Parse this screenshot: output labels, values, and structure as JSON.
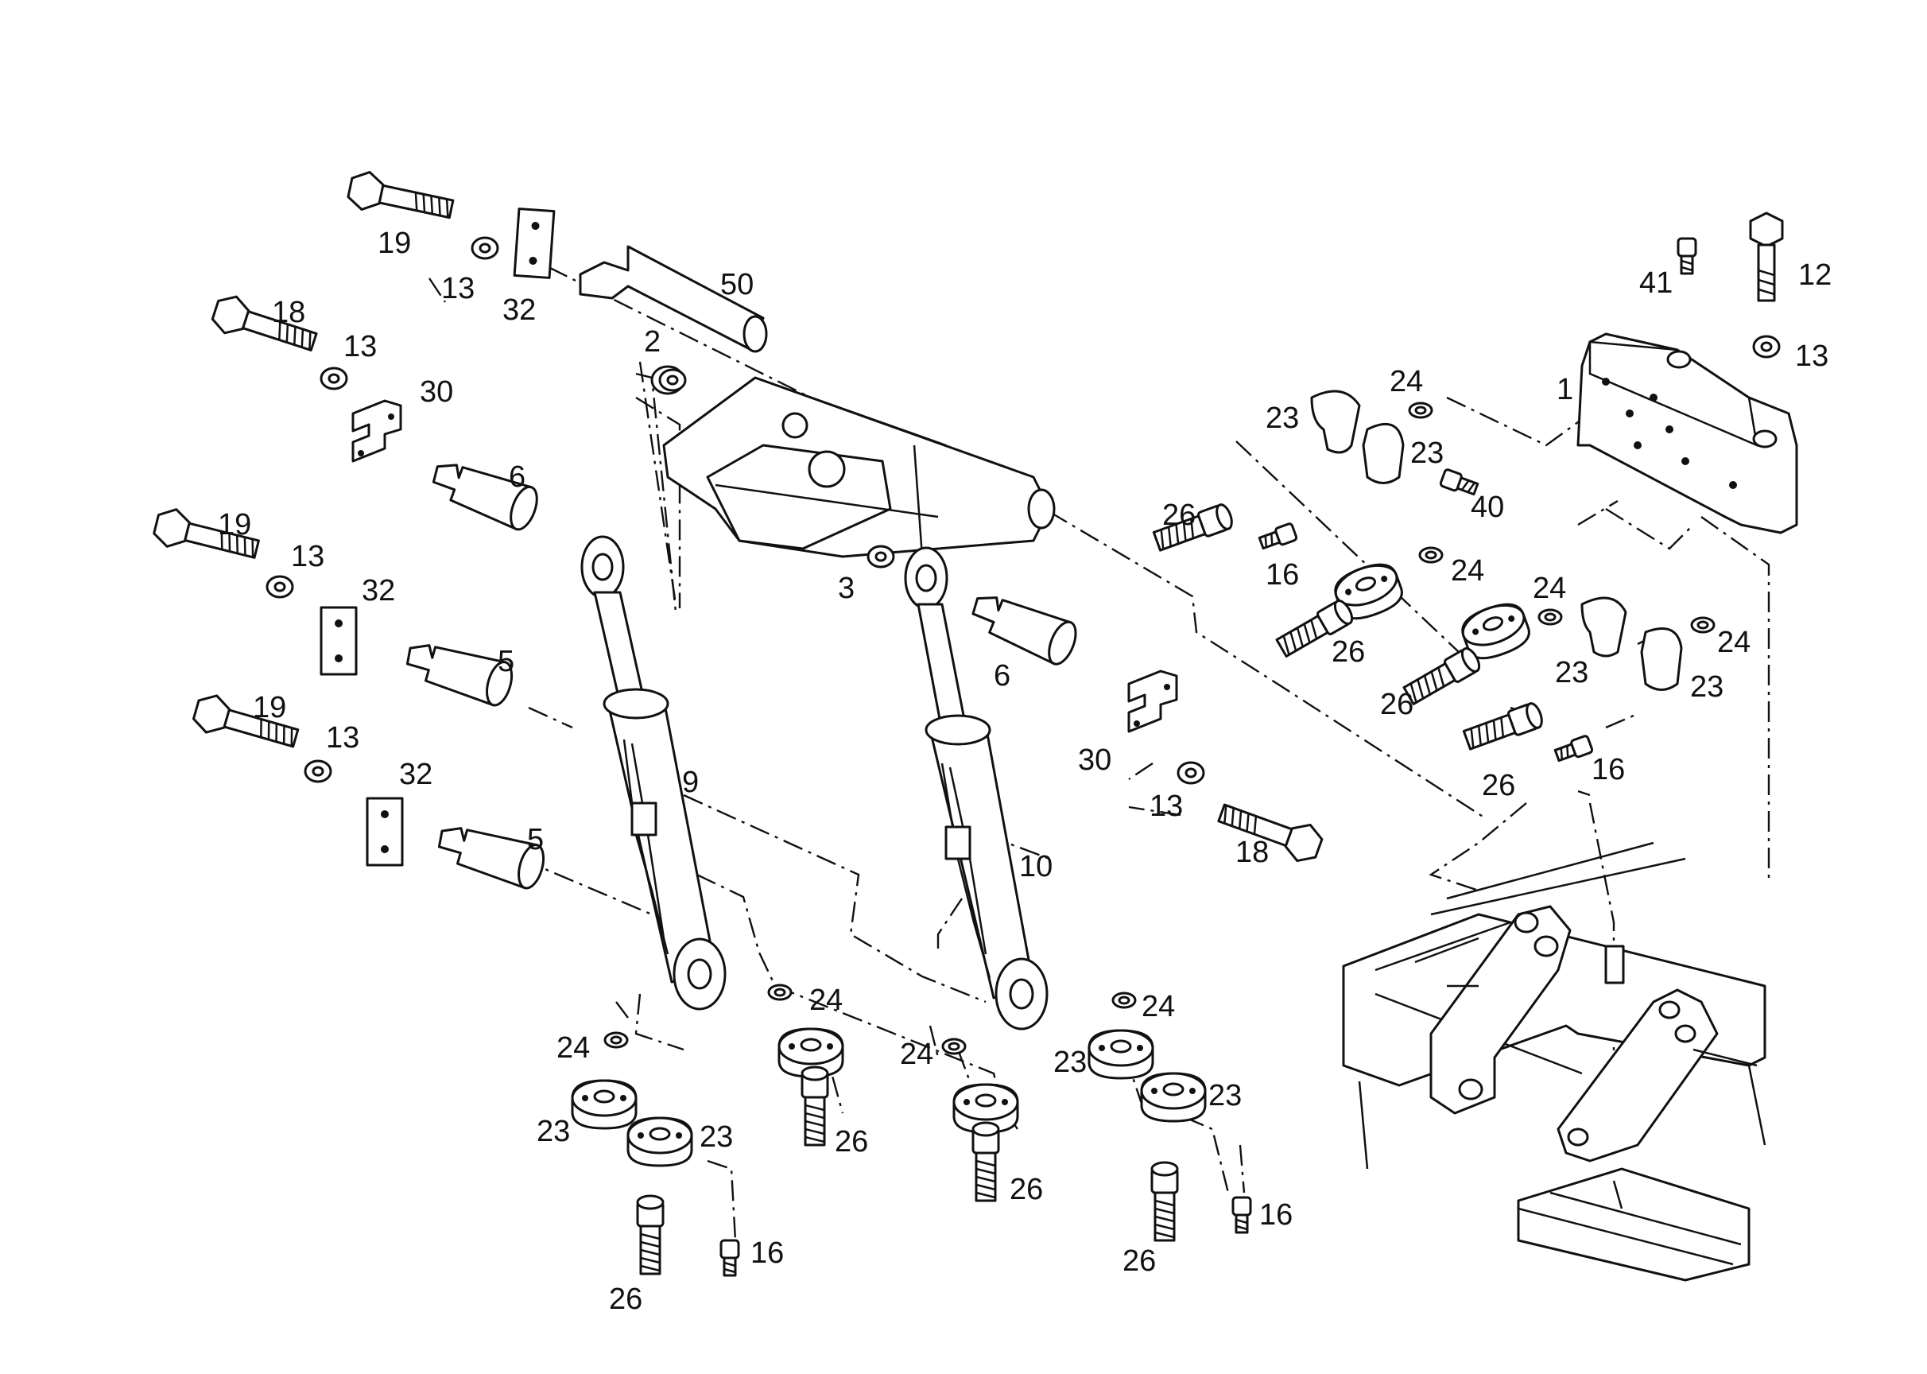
{
  "labels": {
    "p1": "1",
    "p2": "2",
    "p3": "3",
    "p5a": "5",
    "p5b": "5",
    "p6a": "6",
    "p6b": "6",
    "p9": "9",
    "p10": "10",
    "p12": "12",
    "p13a": "13",
    "p13b": "13",
    "p13c": "13",
    "p13d": "13",
    "p13e": "13",
    "p13f": "13",
    "p16a": "16",
    "p16b": "16",
    "p16c": "16",
    "p16d": "16",
    "p18a": "18",
    "p18b": "18",
    "p19a": "19",
    "p19b": "19",
    "p19c": "19",
    "p23a": "23",
    "p23b": "23",
    "p23c": "23",
    "p23d": "23",
    "p23e": "23",
    "p23f": "23",
    "p23g": "23",
    "p23h": "23",
    "p24a": "24",
    "p24b": "24",
    "p24c": "24",
    "p24d": "24",
    "p24e": "24",
    "p24f": "24",
    "p24g": "24",
    "p24h": "24",
    "p26a": "26",
    "p26b": "26",
    "p26c": "26",
    "p26d": "26",
    "p26e": "26",
    "p26f": "26",
    "p26g": "26",
    "p26h": "26",
    "p30a": "30",
    "p30b": "30",
    "p32a": "32",
    "p32b": "32",
    "p32c": "32",
    "p40": "40",
    "p41": "41",
    "p50": "50"
  }
}
